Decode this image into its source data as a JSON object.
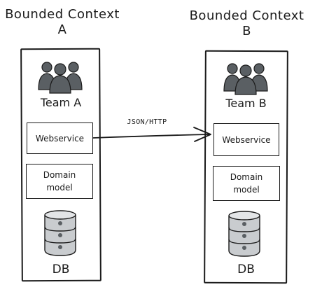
{
  "contexts": {
    "a": {
      "title_line1": "Bounded Context",
      "title_line2": "A",
      "team": "Team A",
      "webservice": "Webservice",
      "domain_model": "Domain model",
      "db": "DB"
    },
    "b": {
      "title_line1": "Bounded Context",
      "title_line2": "B",
      "team": "Team B",
      "webservice": "Webservice",
      "domain_model": "Domain model",
      "db": "DB"
    }
  },
  "connection": {
    "label": "JSON/HTTP",
    "from": "Webservice A",
    "to": "Webservice B"
  },
  "icons": {
    "team": "team-group-icon",
    "database": "database-icon"
  },
  "colors": {
    "stroke": "#1a1a1a",
    "icon_fill": "#5a5f63",
    "icon_highlight": "#d6d8da",
    "db_fill": "#c9cccf"
  }
}
